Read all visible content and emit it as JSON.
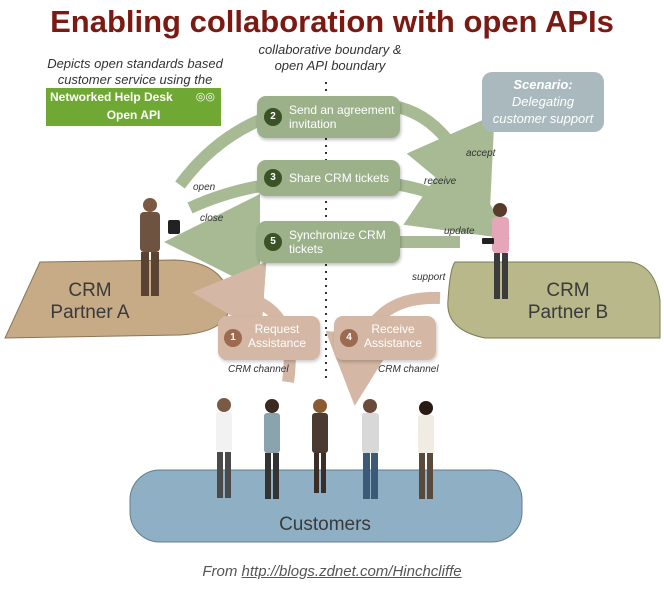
{
  "title": "Enabling collaboration with open APIs",
  "intro_note": [
    "Depicts open standards based",
    "customer service using the"
  ],
  "badge": {
    "line1": "Networked Help Desk",
    "line2": "Open API"
  },
  "boundary_note": [
    "collaborative boundary &",
    "open API boundary"
  ],
  "scenario": {
    "heading": "Scenario:",
    "body": [
      "Delegating",
      "customer support"
    ]
  },
  "steps": [
    {
      "num": "2",
      "lines": [
        "Send an agreement",
        "invitation"
      ]
    },
    {
      "num": "3",
      "lines": [
        "Share CRM tickets"
      ]
    },
    {
      "num": "5",
      "lines": [
        "Synchronize CRM",
        "tickets"
      ]
    }
  ],
  "assist_steps": [
    {
      "num": "1",
      "lines": [
        "Request",
        "Assistance"
      ]
    },
    {
      "num": "4",
      "lines": [
        "Receive",
        "Assistance"
      ]
    }
  ],
  "arrow_labels": {
    "accept": "accept",
    "open": "open",
    "receive": "receive",
    "close": "close",
    "update": "update",
    "support": "support",
    "crm_channel": "CRM channel"
  },
  "platforms": {
    "partner_a": [
      "CRM",
      "Partner A"
    ],
    "partner_b": [
      "CRM",
      "Partner B"
    ],
    "customers": "Customers"
  },
  "footer": {
    "prefix": "From ",
    "link": "http://blogs.zdnet.com/Hinchcliffe"
  },
  "colors": {
    "title": "#7a1a12",
    "green_arrow": "#a7ba94",
    "tan_arrow": "#d4b7a4",
    "partner_a": "#c6ab86",
    "partner_b": "#b8b88a",
    "customers": "#8fb0c4",
    "badge": "#6fa832"
  }
}
